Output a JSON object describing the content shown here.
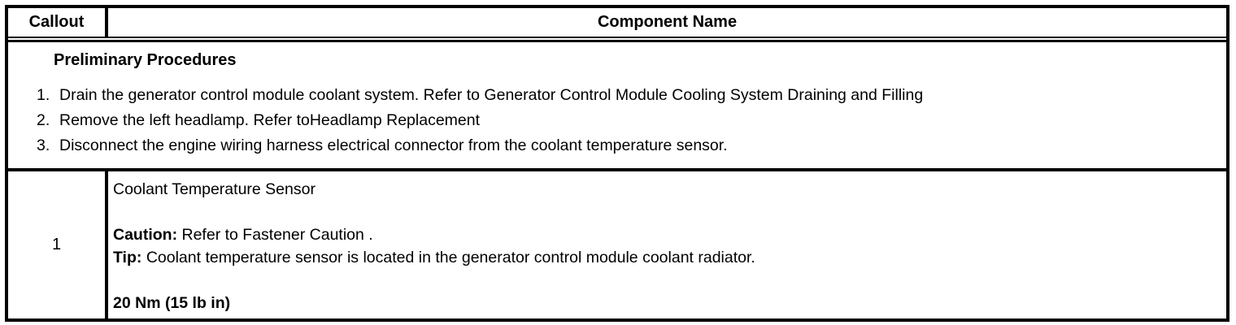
{
  "table": {
    "border_color": "#000000",
    "background_color": "#ffffff",
    "header": {
      "callout_label": "Callout",
      "component_label": "Component Name"
    },
    "preliminary": {
      "title": "Preliminary Procedures",
      "steps": [
        {
          "num": "1.",
          "text": "Drain the generator control module coolant system. Refer to Generator Control Module Cooling System Draining and Filling"
        },
        {
          "num": "2.",
          "text": "Remove the left headlamp. Refer toHeadlamp Replacement"
        },
        {
          "num": "3.",
          "text": "Disconnect the engine wiring harness electrical connector from the coolant temperature sensor."
        }
      ]
    },
    "rows": [
      {
        "callout": "1",
        "component_name": "Coolant Temperature Sensor",
        "caution_label": "Caution:",
        "caution_text": "Refer to Fastener Caution .",
        "tip_label": "Tip:",
        "tip_text": "Coolant temperature sensor is located in the generator control module coolant radiator.",
        "torque": "20 Nm (15 lb in)"
      }
    ]
  }
}
